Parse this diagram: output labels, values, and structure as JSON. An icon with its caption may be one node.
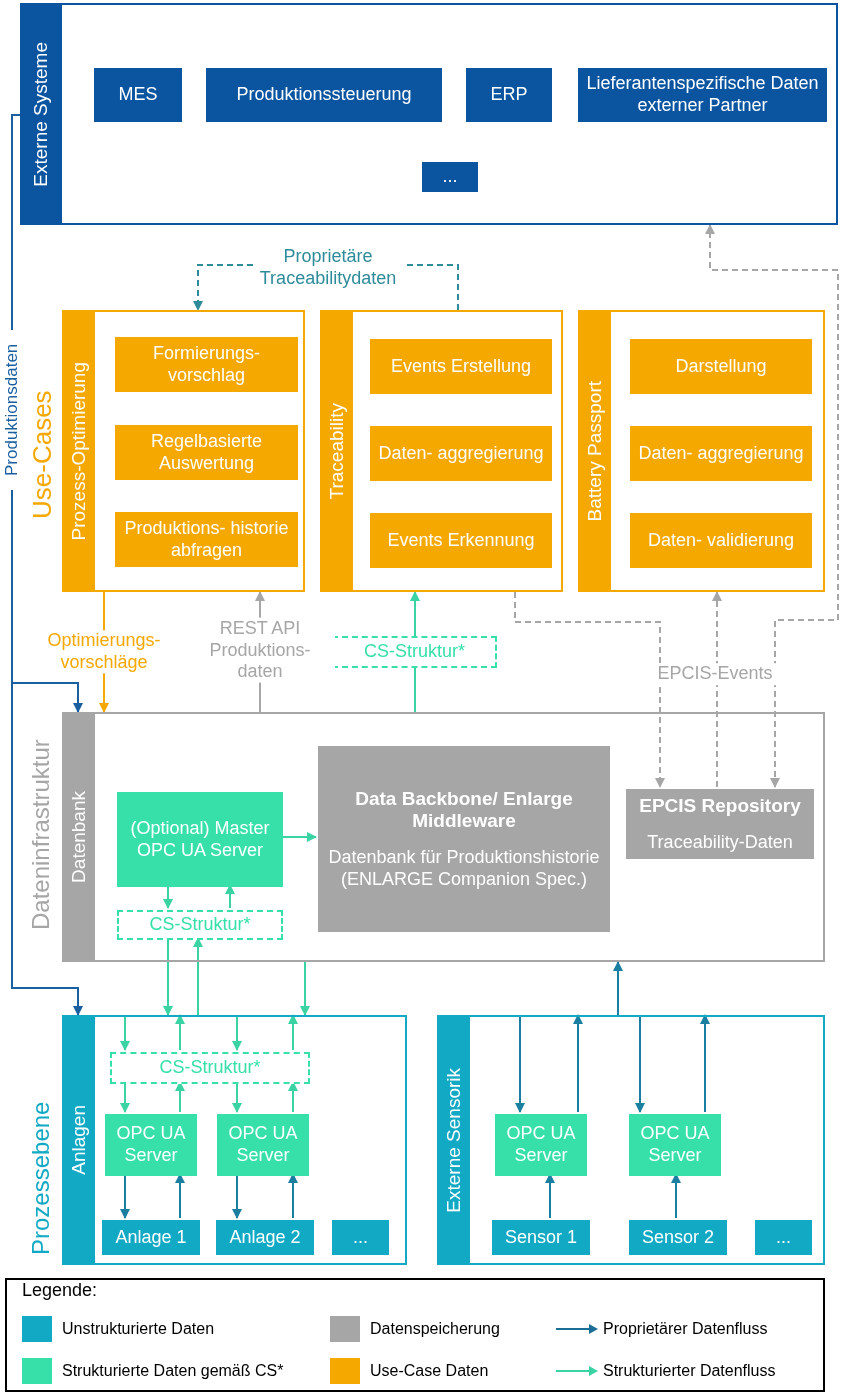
{
  "diagram": {
    "nodes": [
      {
        "text": [
          "Externe Systeme"
        ]
      },
      {
        "text": [
          "MES"
        ],
        "in": 0
      },
      {
        "text": [
          "Produktionssteuerung"
        ],
        "in": 0
      },
      {
        "text": [
          "ERP"
        ],
        "in": 0
      },
      {
        "text": [
          "Lieferantenspezifische Daten externer Partner"
        ],
        "in": 0
      },
      {
        "text": [
          "..."
        ],
        "in": 0
      },
      {
        "text": [
          "Prozess-Optimierung"
        ]
      },
      {
        "text": [
          "Formierungs- vorschlag"
        ],
        "in": 6
      },
      {
        "text": [
          "Regelbasierte Auswertung"
        ],
        "in": 6
      },
      {
        "text": [
          "Produktions- historie abfragen"
        ],
        "in": 6
      },
      {
        "text": [
          "Traceability"
        ]
      },
      {
        "text": [
          "Events Erstellung"
        ],
        "in": 10
      },
      {
        "text": [
          "Daten- aggregierung"
        ],
        "in": 10
      },
      {
        "text": [
          "Events Erkennung"
        ],
        "in": 10
      },
      {
        "text": [
          "Battery Passport"
        ]
      },
      {
        "text": [
          "Darstellung"
        ],
        "in": 14
      },
      {
        "text": [
          "Daten- aggregierung"
        ],
        "in": 14
      },
      {
        "text": [
          "Daten- validierung"
        ],
        "in": 14
      },
      {
        "text": [
          "Datenbank"
        ]
      },
      {
        "text": [
          "(Optional) Master OPC UA Server"
        ],
        "in": 18
      },
      {
        "text": [
          "Data Backbone/ Enlarge Middleware",
          "Datenbank für Produktionshistorie (ENLARGE Companion Spec.)"
        ],
        "in": 18
      },
      {
        "text": [
          "EPCIS Repository",
          "Traceability-Daten"
        ],
        "in": 18
      },
      {
        "text": [
          "CS-Struktur*"
        ],
        "in": 18
      },
      {
        "text": [
          "Anlagen"
        ]
      },
      {
        "text": [
          "CS-Struktur*"
        ],
        "in": 23
      },
      {
        "text": [
          "OPC UA Server"
        ],
        "in": 23
      },
      {
        "text": [
          "OPC UA Server"
        ],
        "in": 23
      },
      {
        "text": [
          "Anlage 1"
        ],
        "in": 23
      },
      {
        "text": [
          "Anlage 2"
        ],
        "in": 23
      },
      {
        "text": [
          "..."
        ],
        "in": 23
      },
      {
        "text": [
          "Externe Sensorik"
        ]
      },
      {
        "text": [
          "OPC UA Server"
        ],
        "in": 30
      },
      {
        "text": [
          "OPC UA Server"
        ],
        "in": 30
      },
      {
        "text": [
          "Sensor 1"
        ],
        "in": 30
      },
      {
        "text": [
          "Sensor 2"
        ],
        "in": 30
      },
      {
        "text": [
          "..."
        ],
        "in": 30
      },
      {
        "text": [
          "CS-Struktur*"
        ]
      }
    ],
    "edges": [
      {
        "from": 10,
        "to": 6,
        "arrow": "to",
        "label": "Proprietäre Traceabilitydaten",
        "style": "dashed",
        "color": "#2e8b9a"
      },
      {
        "from": 18,
        "to": 6,
        "arrow": "to",
        "label": "REST API Produktions- daten",
        "color": "#a6a6a6"
      },
      {
        "from": 6,
        "to": 18,
        "arrow": "to",
        "label": "Optimierungs- vorschläge",
        "color": "#f5a800"
      },
      {
        "from": 18,
        "to": 36,
        "arrow": "none"
      },
      {
        "from": 36,
        "to": 10,
        "arrow": "to"
      },
      {
        "from": 0,
        "to": 18,
        "arrow": "to",
        "label": "Produktionsdaten",
        "color": "#1a5fa0"
      },
      {
        "from": 0,
        "to": 23,
        "arrow": "to",
        "color": "#1a5fa0"
      },
      {
        "from": 10,
        "to": 21,
        "arrow": "to",
        "label": "EPCIS-Events",
        "style": "dashed",
        "color": "#a6a6a6"
      },
      {
        "from": 21,
        "to": 14,
        "arrow": "to",
        "style": "dashed",
        "color": "#a6a6a6"
      },
      {
        "from": 21,
        "to": 0,
        "arrow": "both",
        "style": "dashed",
        "color": "#a6a6a6"
      },
      {
        "from": 19,
        "to": 20,
        "arrow": "to"
      },
      {
        "from": 19,
        "to": 22,
        "arrow": "to"
      },
      {
        "from": 22,
        "to": 19,
        "arrow": "to"
      },
      {
        "from": 22,
        "to": 23,
        "arrow": "to"
      },
      {
        "from": 23,
        "to": 22,
        "arrow": "to"
      },
      {
        "from": 18,
        "to": 23,
        "arrow": "to"
      },
      {
        "from": 23,
        "to": 24,
        "arrow": "to"
      },
      {
        "from": 24,
        "to": 23,
        "arrow": "to"
      },
      {
        "from": 23,
        "to": 24,
        "arrow": "to"
      },
      {
        "from": 24,
        "to": 23,
        "arrow": "to"
      },
      {
        "from": 24,
        "to": 25,
        "arrow": "to"
      },
      {
        "from": 25,
        "to": 24,
        "arrow": "to"
      },
      {
        "from": 24,
        "to": 26,
        "arrow": "to"
      },
      {
        "from": 26,
        "to": 24,
        "arrow": "to"
      },
      {
        "from": 25,
        "to": 27,
        "arrow": "to",
        "color": "#1a7fa0"
      },
      {
        "from": 27,
        "to": 25,
        "arrow": "to",
        "color": "#1a7fa0"
      },
      {
        "from": 26,
        "to": 28,
        "arrow": "to",
        "color": "#1a7fa0"
      },
      {
        "from": 28,
        "to": 26,
        "arrow": "to",
        "color": "#1a7fa0"
      },
      {
        "from": 30,
        "to": 31,
        "arrow": "to",
        "color": "#1a7fa0"
      },
      {
        "from": 31,
        "to": 30,
        "arrow": "to",
        "color": "#1a7fa0"
      },
      {
        "from": 30,
        "to": 32,
        "arrow": "to",
        "color": "#1a7fa0"
      },
      {
        "from": 32,
        "to": 30,
        "arrow": "to",
        "color": "#1a7fa0"
      },
      {
        "from": 33,
        "to": 31,
        "arrow": "to",
        "color": "#1a7fa0"
      },
      {
        "from": 34,
        "to": 32,
        "arrow": "to",
        "color": "#1a7fa0"
      },
      {
        "from": 30,
        "to": 18,
        "arrow": "to",
        "color": "#1a7fa0"
      }
    ],
    "labels": [
      "Use-Cases",
      "Dateninfrastruktur",
      "Prozessebene",
      "Legende:"
    ],
    "legend": [
      {
        "text": "Unstrukturierte Daten",
        "color": "#12a9c4"
      },
      {
        "text": "Datenspeicherung",
        "color": "#a6a6a6"
      },
      {
        "text": "Proprietärer Datenfluss"
      },
      {
        "text": "Strukturierte Daten gemäß CS*",
        "color": "#36e0a8"
      },
      {
        "text": "Use-Case Daten",
        "color": "#f5a800"
      },
      {
        "text": "Strukturierter Datenfluss"
      }
    ]
  }
}
